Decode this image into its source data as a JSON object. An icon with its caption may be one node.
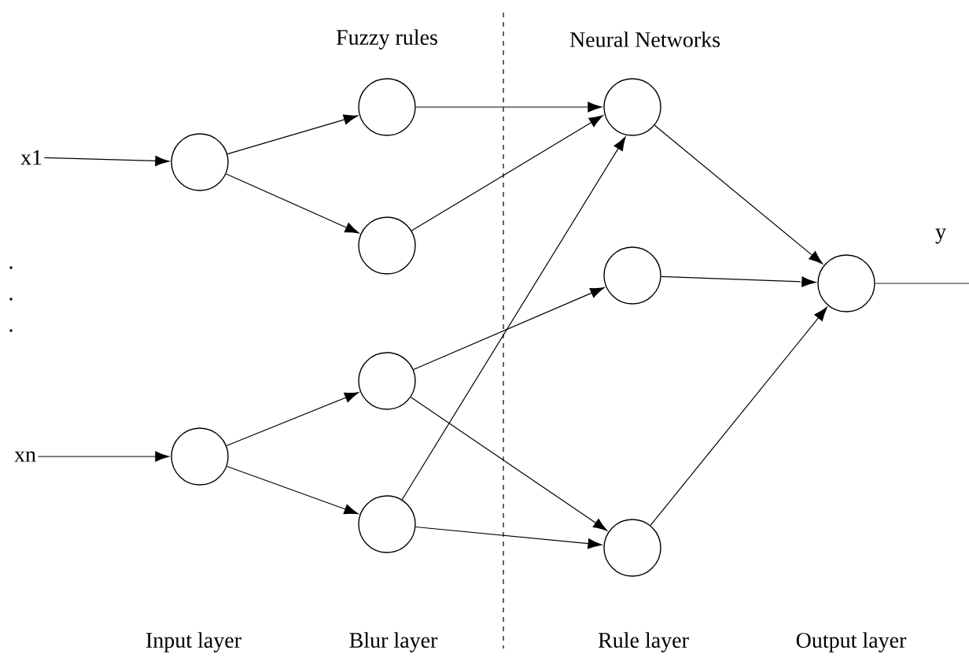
{
  "diagram": {
    "nodes": [
      {
        "text": [
          "x1"
        ]
      },
      {
        "text": [
          "xn"
        ]
      },
      {
        "text": [],
        "shape": "circle"
      },
      {
        "text": [],
        "shape": "circle"
      },
      {
        "text": [],
        "shape": "circle"
      },
      {
        "text": [],
        "shape": "circle"
      },
      {
        "text": [],
        "shape": "circle"
      },
      {
        "text": [],
        "shape": "circle"
      },
      {
        "text": [],
        "shape": "circle"
      },
      {
        "text": [],
        "shape": "circle"
      },
      {
        "text": [],
        "shape": "circle"
      },
      {
        "text": [],
        "shape": "circle"
      }
    ],
    "edges": [
      {
        "from": 0,
        "to": 2,
        "arrow": "to"
      },
      {
        "from": 1,
        "to": 3,
        "arrow": "to"
      },
      {
        "from": 2,
        "to": 4,
        "arrow": "to"
      },
      {
        "from": 2,
        "to": 5,
        "arrow": "to"
      },
      {
        "from": 3,
        "to": 6,
        "arrow": "to"
      },
      {
        "from": 3,
        "to": 7,
        "arrow": "to"
      },
      {
        "from": 4,
        "to": 8,
        "arrow": "to"
      },
      {
        "from": 5,
        "to": 8,
        "arrow": "to"
      },
      {
        "from": 7,
        "to": 8,
        "arrow": "to"
      },
      {
        "from": 6,
        "to": 9,
        "arrow": "to"
      },
      {
        "from": 6,
        "to": 10,
        "arrow": "to"
      },
      {
        "from": 7,
        "to": 10,
        "arrow": "to"
      },
      {
        "from": 8,
        "to": 11,
        "arrow": "to"
      },
      {
        "from": 9,
        "to": 11,
        "arrow": "to"
      },
      {
        "from": 10,
        "to": 11,
        "arrow": "to"
      },
      {
        "from": 11,
        "to": null,
        "arrow": "none"
      }
    ],
    "labels": [
      "Fuzzy rules",
      "Neural Networks",
      "y",
      ".",
      ".",
      ".",
      "Input layer",
      "Blur layer",
      "Rule layer",
      "Output layer"
    ]
  }
}
